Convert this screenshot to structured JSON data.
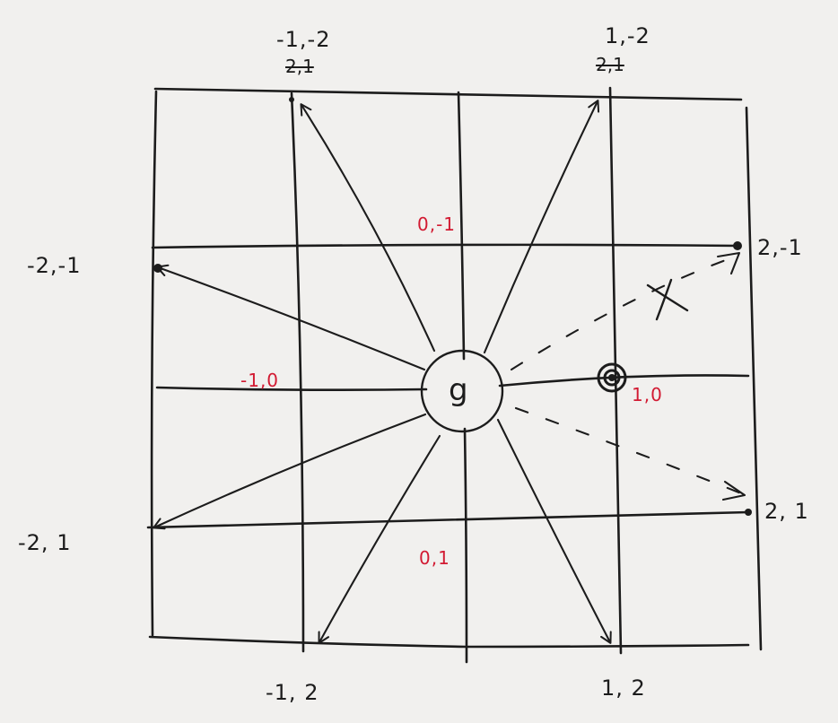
{
  "labels": {
    "top_left": "-1,-2",
    "top_right": "1,-2",
    "left_upper": "-2,-1",
    "right_upper": "2,-1",
    "left_lower": "-2, 1",
    "right_lower": "2, 1",
    "bottom_left": "-1, 2",
    "bottom_right": "1, 2"
  },
  "struck_labels": {
    "top_left": "2,1",
    "top_right": "2,1"
  },
  "neighbor_labels": {
    "up": "0,-1",
    "left": "-1,0",
    "right": "1,0",
    "down": "0,1"
  },
  "center_node": "g",
  "rejected_mark": "X",
  "colors": {
    "ink": "#1c1c1c",
    "red": "#d21a32",
    "paper": "#f1f0ee"
  }
}
